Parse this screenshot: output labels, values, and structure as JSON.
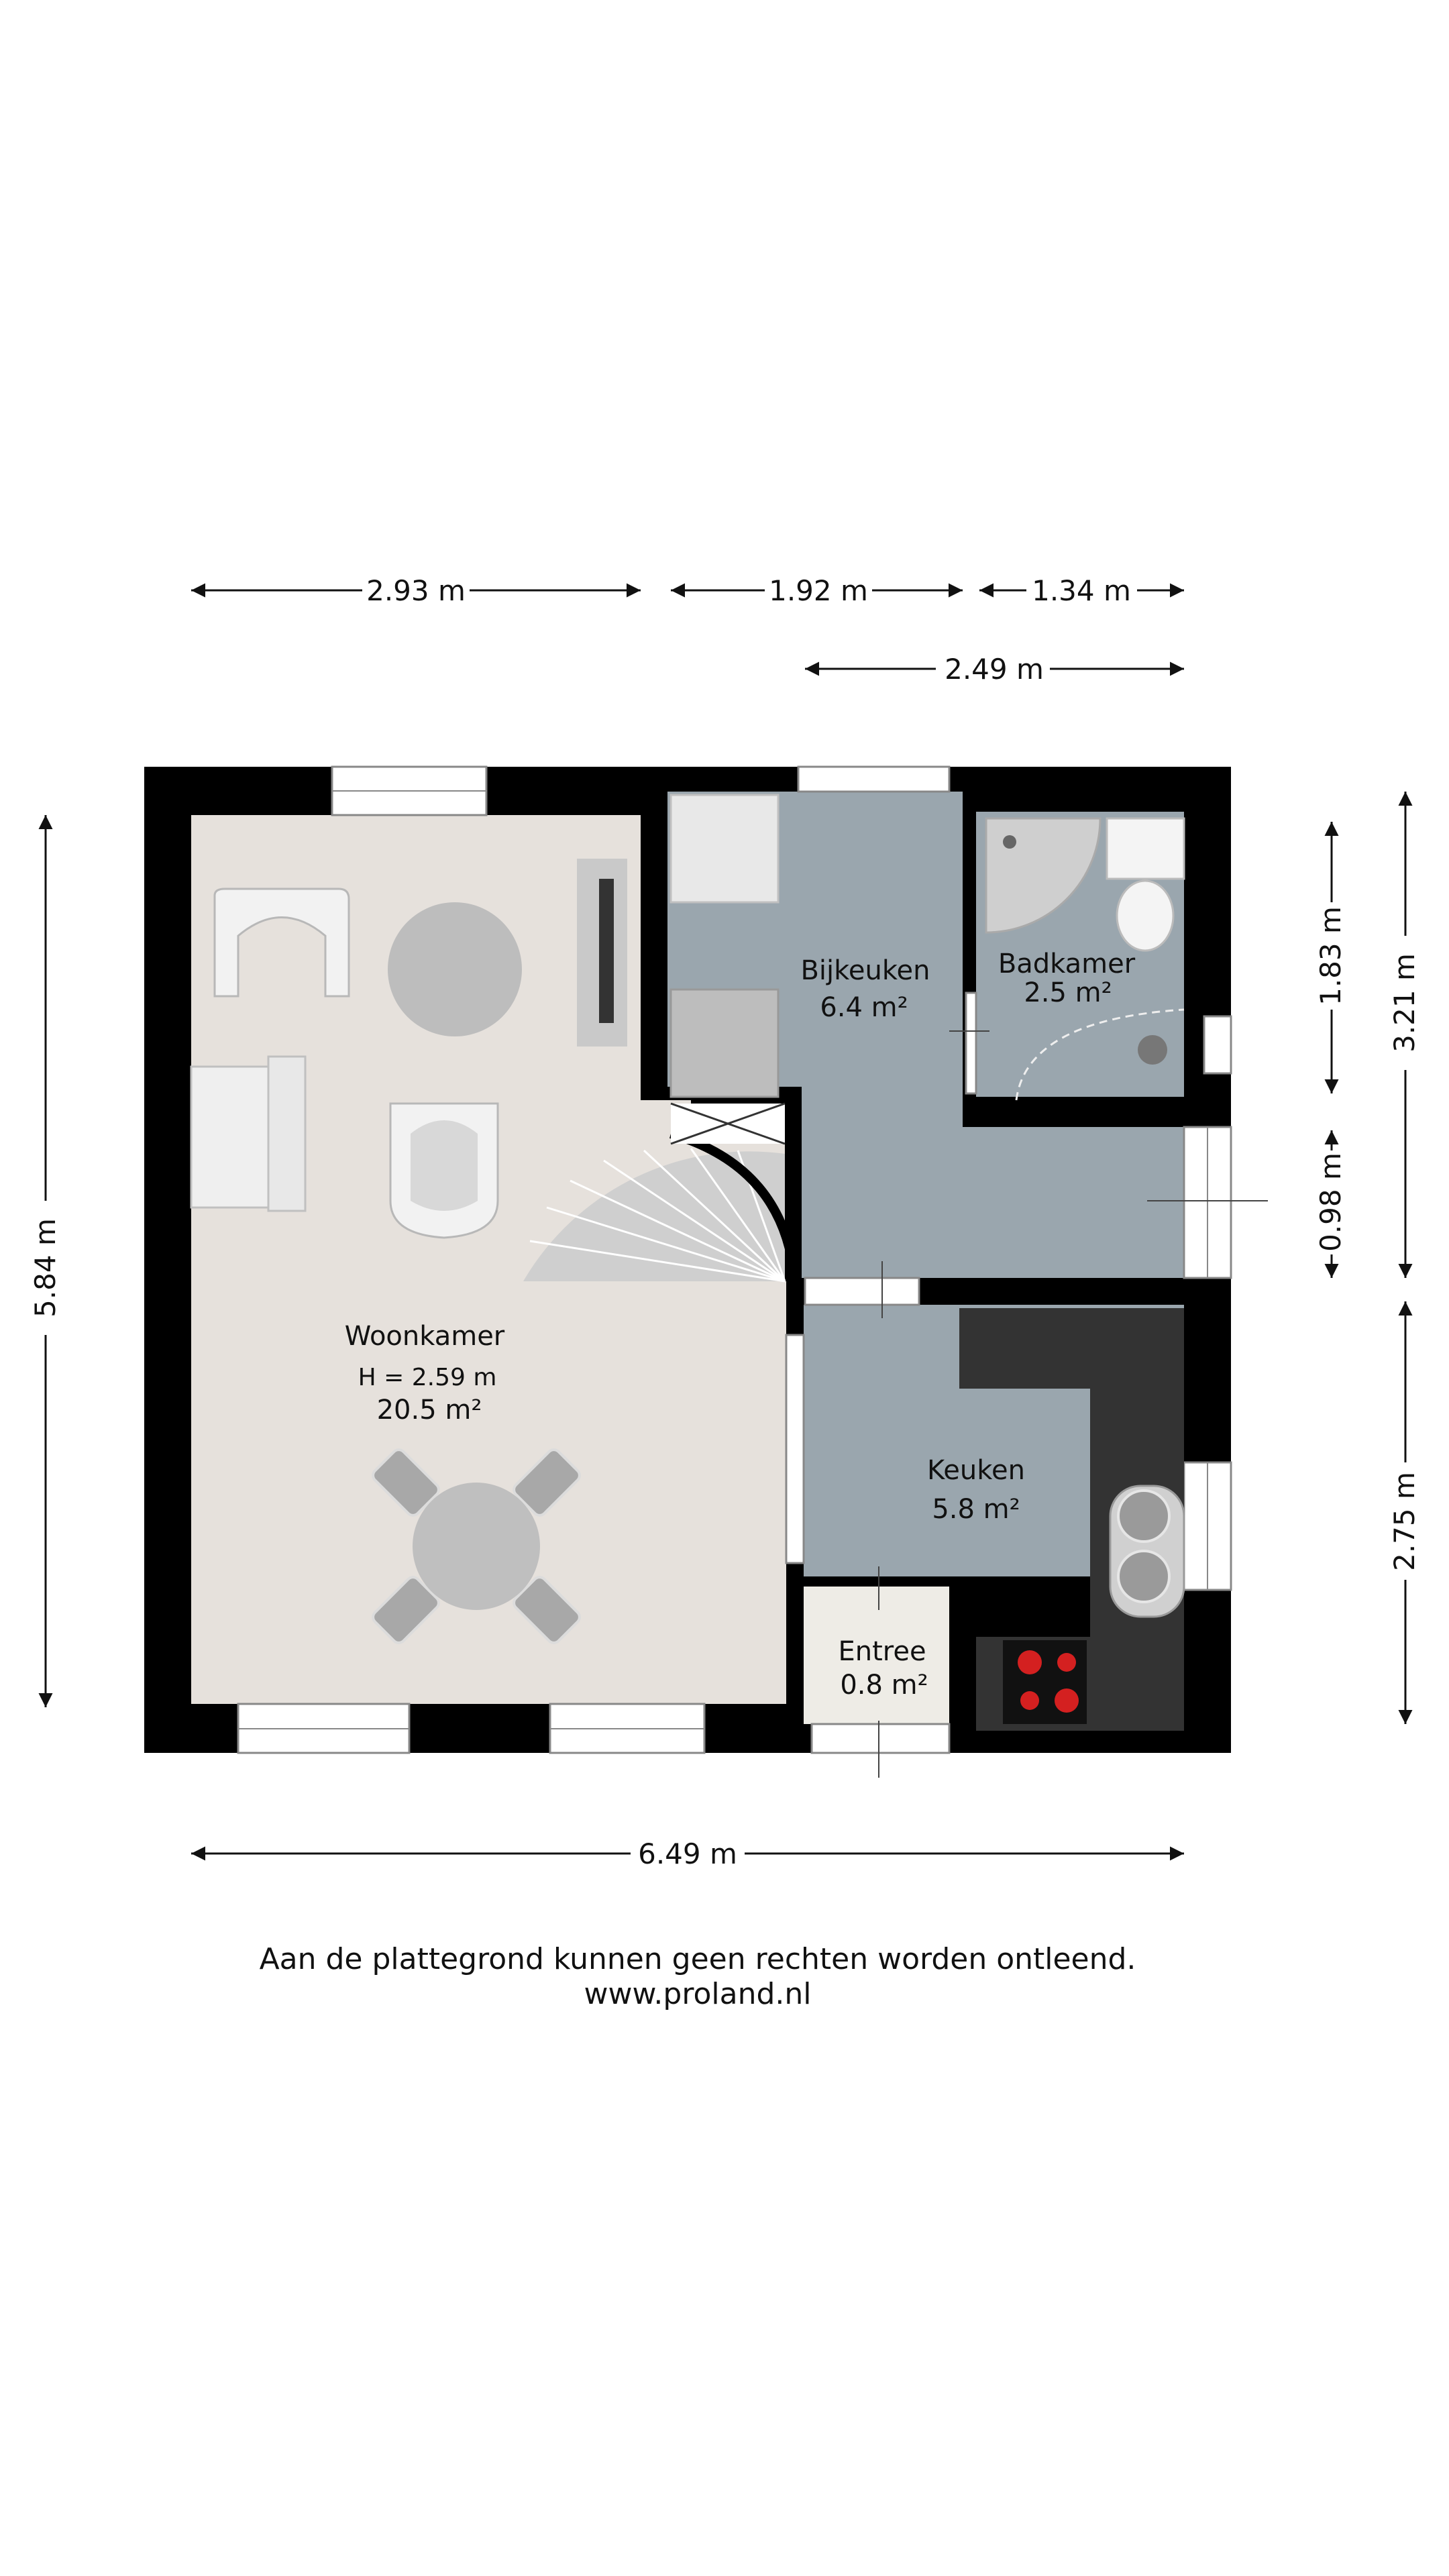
{
  "plan": {
    "rooms": [
      {
        "id": "woonkamer",
        "name": "Woonkamer",
        "height": "H = 2.59 m",
        "area": "20.5 m²"
      },
      {
        "id": "bijkeuken",
        "name": "Bijkeuken",
        "area": "6.4 m²"
      },
      {
        "id": "badkamer",
        "name": "Badkamer",
        "area": "2.5 m²"
      },
      {
        "id": "keuken",
        "name": "Keuken",
        "area": "5.8 m²"
      },
      {
        "id": "entree",
        "name": "Entree",
        "area": "0.8 m²"
      }
    ],
    "dimensions": {
      "top_woonkamer": "2.93 m",
      "top_bijkeuken": "1.92 m",
      "top_badkamer": "1.34 m",
      "top_right": "2.49 m",
      "left_total": "5.84 m",
      "right_badkamer": "1.83 m",
      "right_passage": "0.98 m",
      "right_upper": "3.21 m",
      "right_lower": "2.75 m",
      "bottom_total": "6.49 m"
    }
  },
  "footer": {
    "disclaimer": "Aan de plattegrond kunnen geen rechten worden ontleend.",
    "website": "www.proland.nl"
  },
  "colors": {
    "wall": "#000000",
    "woonkamer_floor": "#e6e1dc",
    "service_floor": "#9aa6ae",
    "entree_floor": "#eeece6",
    "counter": "#333333",
    "hob_burner": "#d42020"
  }
}
